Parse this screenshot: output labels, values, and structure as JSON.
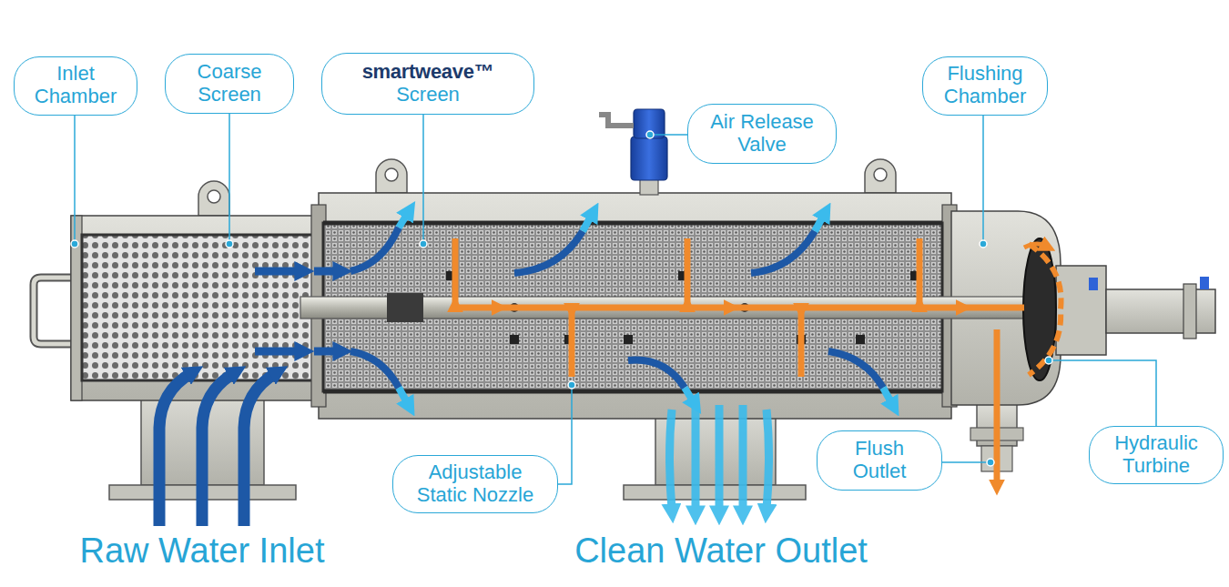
{
  "diagram": {
    "nodes": [
      {
        "text": [
          "Inlet Chamber"
        ]
      },
      {
        "text": [
          "Coarse Screen"
        ]
      },
      {
        "text": [
          "smartweave™",
          "Screen"
        ]
      },
      {
        "text": [
          "Air Release Valve"
        ]
      },
      {
        "text": [
          "Flushing Chamber"
        ]
      },
      {
        "text": [
          "Adjustable Static Nozzle"
        ]
      },
      {
        "text": [
          "Flush Outlet"
        ]
      },
      {
        "text": [
          "Hydraulic Turbine"
        ]
      }
    ],
    "labels": [
      "Raw Water Inlet",
      "Clean Water Outlet"
    ]
  }
}
